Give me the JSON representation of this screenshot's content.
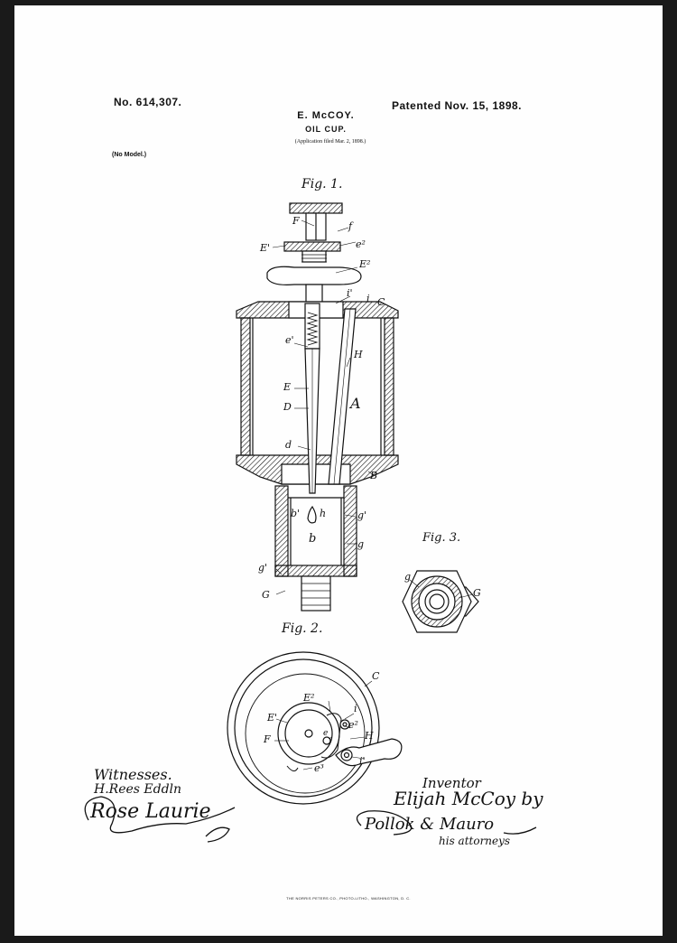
{
  "header": {
    "patent_number": "No. 614,307.",
    "patent_date": "Patented Nov. 15, 1898.",
    "inventor": "E. McCOY.",
    "title": "OIL CUP.",
    "application": "(Application filed Mar. 2, 1898.)",
    "model": "(No Model.)"
  },
  "figures": {
    "fig1": "Fig. 1.",
    "fig2": "Fig. 2.",
    "fig3": "Fig. 3."
  },
  "fig1_labels": {
    "F": "F",
    "f": "f",
    "E1": "E'",
    "e2": "e²",
    "E2": "E²",
    "i1": "i'",
    "i": "i",
    "C": "C",
    "e1": "e'",
    "H": "H",
    "E": "E",
    "D": "D",
    "A": "A",
    "d": "d",
    "B": "B",
    "b1": "b'",
    "h": "h",
    "b": "b",
    "g1a": "g'",
    "g": "g",
    "g1b": "g'",
    "G": "G"
  },
  "fig2_labels": {
    "C": "C",
    "E2": "E²",
    "i": "i",
    "E1": "E'",
    "e2": "e²",
    "F": "F",
    "e": "e",
    "H": "H",
    "i1": "i'",
    "e3": "e³"
  },
  "fig3_labels": {
    "g": "g",
    "G": "G"
  },
  "signatures": {
    "witnesses_label": "Witnesses.",
    "witness1": "H.Rees Eddln",
    "witness2": "Rose Laurie",
    "inventor_label": "Inventor",
    "inventor_name": "Elijah McCoy by",
    "attorneys": "Pollok & Mauro",
    "attorneys2": "his attorneys"
  },
  "footer": {
    "printer": "THE NORRIS PETERS CO., PHOTO-LITHO., WASHINGTON, D. C."
  },
  "colors": {
    "background": "#1a1a1a",
    "paper": "#fefefe",
    "ink": "#111111"
  }
}
